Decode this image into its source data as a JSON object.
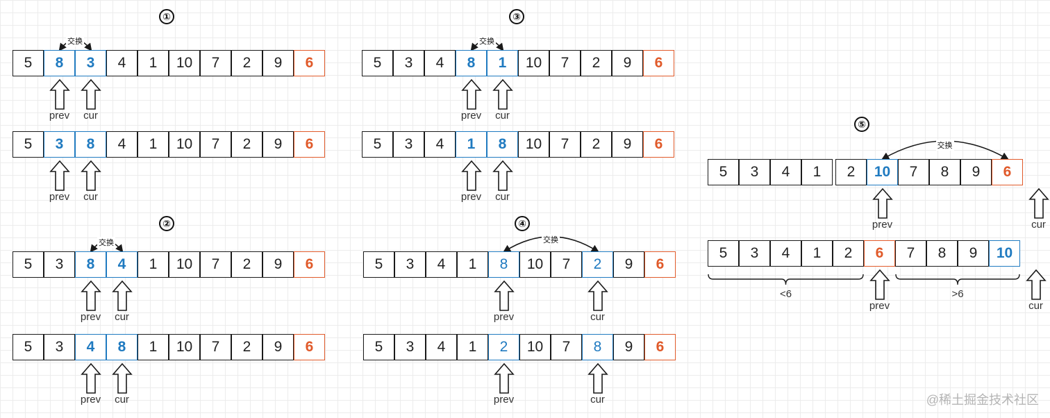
{
  "swap_label": "交换",
  "prev_label": "prev",
  "cur_label": "cur",
  "colors": {
    "blue": "#1f7ac0",
    "red": "#e05a2a",
    "black": "#1a1a1a"
  },
  "steps": [
    {
      "id": "step-1",
      "number": "①",
      "rows": [
        {
          "cells": [
            {
              "v": "5"
            },
            {
              "v": "8",
              "style": "blue"
            },
            {
              "v": "3",
              "style": "blue"
            },
            {
              "v": "4"
            },
            {
              "v": "1"
            },
            {
              "v": "10"
            },
            {
              "v": "7"
            },
            {
              "v": "2"
            },
            {
              "v": "9"
            },
            {
              "v": "6",
              "style": "red"
            }
          ],
          "swap": [
            1,
            2
          ],
          "prev": 1,
          "cur": 2
        },
        {
          "cells": [
            {
              "v": "5"
            },
            {
              "v": "3",
              "style": "blue"
            },
            {
              "v": "8",
              "style": "blue"
            },
            {
              "v": "4"
            },
            {
              "v": "1"
            },
            {
              "v": "10"
            },
            {
              "v": "7"
            },
            {
              "v": "2"
            },
            {
              "v": "9"
            },
            {
              "v": "6",
              "style": "red"
            }
          ],
          "prev": 1,
          "cur": 2
        }
      ]
    },
    {
      "id": "step-2",
      "number": "②",
      "rows": [
        {
          "cells": [
            {
              "v": "5"
            },
            {
              "v": "3"
            },
            {
              "v": "8",
              "style": "blue"
            },
            {
              "v": "4",
              "style": "blue"
            },
            {
              "v": "1"
            },
            {
              "v": "10"
            },
            {
              "v": "7"
            },
            {
              "v": "2"
            },
            {
              "v": "9"
            },
            {
              "v": "6",
              "style": "red"
            }
          ],
          "swap": [
            2,
            3
          ],
          "prev": 2,
          "cur": 3
        },
        {
          "cells": [
            {
              "v": "5"
            },
            {
              "v": "3"
            },
            {
              "v": "4",
              "style": "blue"
            },
            {
              "v": "8",
              "style": "blue"
            },
            {
              "v": "1"
            },
            {
              "v": "10"
            },
            {
              "v": "7"
            },
            {
              "v": "2"
            },
            {
              "v": "9"
            },
            {
              "v": "6",
              "style": "red"
            }
          ],
          "prev": 2,
          "cur": 3
        }
      ]
    },
    {
      "id": "step-3",
      "number": "③",
      "rows": [
        {
          "cells": [
            {
              "v": "5"
            },
            {
              "v": "3"
            },
            {
              "v": "4"
            },
            {
              "v": "8",
              "style": "blue"
            },
            {
              "v": "1",
              "style": "blue"
            },
            {
              "v": "10"
            },
            {
              "v": "7"
            },
            {
              "v": "2"
            },
            {
              "v": "9"
            },
            {
              "v": "6",
              "style": "red"
            }
          ],
          "swap": [
            3,
            4
          ],
          "prev": 3,
          "cur": 4
        },
        {
          "cells": [
            {
              "v": "5"
            },
            {
              "v": "3"
            },
            {
              "v": "4"
            },
            {
              "v": "1",
              "style": "blue"
            },
            {
              "v": "8",
              "style": "blue"
            },
            {
              "v": "10"
            },
            {
              "v": "7"
            },
            {
              "v": "2"
            },
            {
              "v": "9"
            },
            {
              "v": "6",
              "style": "red"
            }
          ],
          "prev": 3,
          "cur": 4
        }
      ]
    },
    {
      "id": "step-4",
      "number": "④",
      "rows": [
        {
          "cells": [
            {
              "v": "5"
            },
            {
              "v": "3"
            },
            {
              "v": "4"
            },
            {
              "v": "1"
            },
            {
              "v": "8",
              "style": "blue-plain"
            },
            {
              "v": "10"
            },
            {
              "v": "7"
            },
            {
              "v": "2",
              "style": "blue-plain"
            },
            {
              "v": "9"
            },
            {
              "v": "6",
              "style": "red"
            }
          ],
          "swap": [
            4,
            7
          ],
          "prev": 4,
          "cur": 7
        },
        {
          "cells": [
            {
              "v": "5"
            },
            {
              "v": "3"
            },
            {
              "v": "4"
            },
            {
              "v": "1"
            },
            {
              "v": "2",
              "style": "blue-plain"
            },
            {
              "v": "10"
            },
            {
              "v": "7"
            },
            {
              "v": "8",
              "style": "blue-plain"
            },
            {
              "v": "9"
            },
            {
              "v": "6",
              "style": "red"
            }
          ],
          "prev": 4,
          "cur": 7
        }
      ]
    },
    {
      "id": "step-5",
      "number": "⑤",
      "rows": [
        {
          "cells": [
            {
              "v": "5"
            },
            {
              "v": "3"
            },
            {
              "v": "4"
            },
            {
              "v": "1"
            },
            {
              "v": "2"
            },
            {
              "v": "10",
              "style": "blue"
            },
            {
              "v": "7"
            },
            {
              "v": "8"
            },
            {
              "v": "9"
            },
            {
              "v": "6",
              "style": "red"
            }
          ],
          "swap": [
            5,
            9
          ],
          "prev": 5,
          "cur": 10
        },
        {
          "cells": [
            {
              "v": "5"
            },
            {
              "v": "3"
            },
            {
              "v": "4"
            },
            {
              "v": "1"
            },
            {
              "v": "2"
            },
            {
              "v": "6",
              "style": "red"
            },
            {
              "v": "7"
            },
            {
              "v": "8"
            },
            {
              "v": "9"
            },
            {
              "v": "10",
              "style": "blue"
            }
          ],
          "prev": 5,
          "cur": 10,
          "braces": [
            {
              "from": 0,
              "to": 4,
              "label": "<6"
            },
            {
              "from": 6,
              "to": 9,
              "label": ">6"
            }
          ]
        }
      ]
    }
  ],
  "watermark": "@稀土掘金技术社区"
}
